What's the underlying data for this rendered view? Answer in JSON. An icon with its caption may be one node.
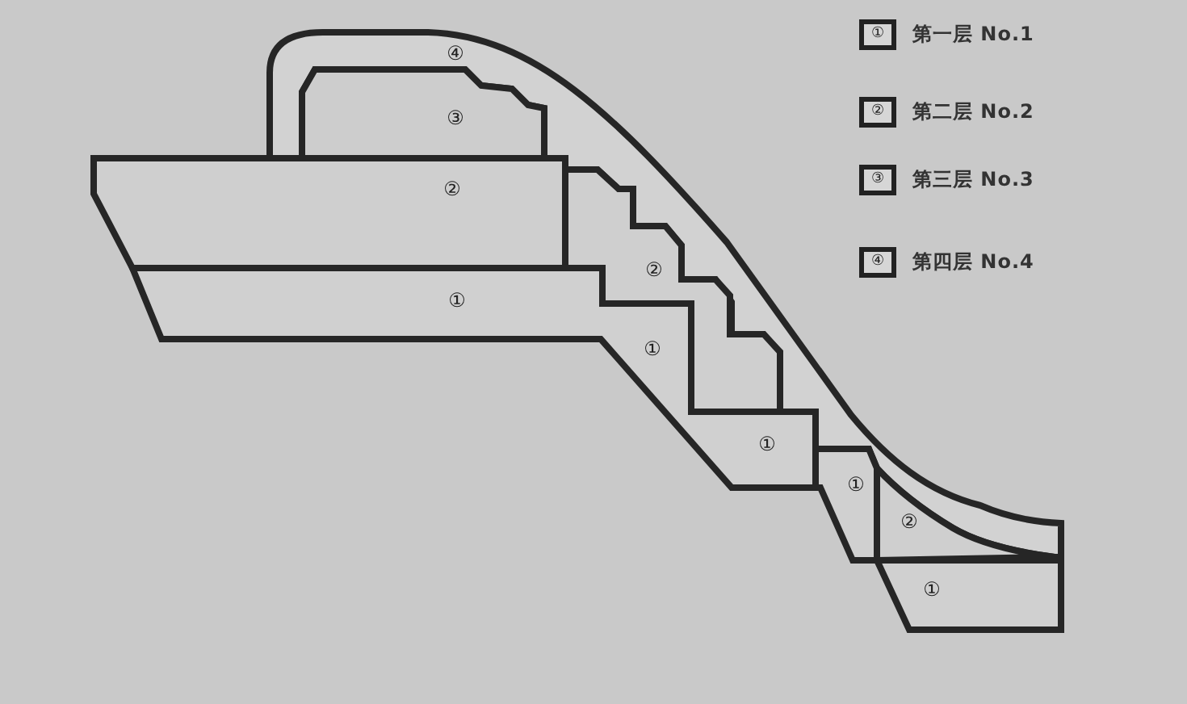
{
  "diagram": {
    "nodes": [
      {
        "text": [
          "④"
        ]
      },
      {
        "text": [
          "③"
        ]
      },
      {
        "text": [
          "②"
        ]
      },
      {
        "text": [
          "②"
        ]
      },
      {
        "text": [
          "①"
        ]
      },
      {
        "text": [
          "①"
        ]
      },
      {
        "text": [
          "①"
        ]
      },
      {
        "text": [
          "①"
        ]
      },
      {
        "text": [
          "②"
        ]
      },
      {
        "text": [
          "①"
        ]
      }
    ],
    "labels": [
      "①",
      "②",
      "③",
      "④"
    ],
    "legend": [
      {
        "text": "第一层 No.1"
      },
      {
        "text": "第二层 No.2"
      },
      {
        "text": "第三层 No.3"
      },
      {
        "text": "第四层 No.4"
      }
    ]
  }
}
